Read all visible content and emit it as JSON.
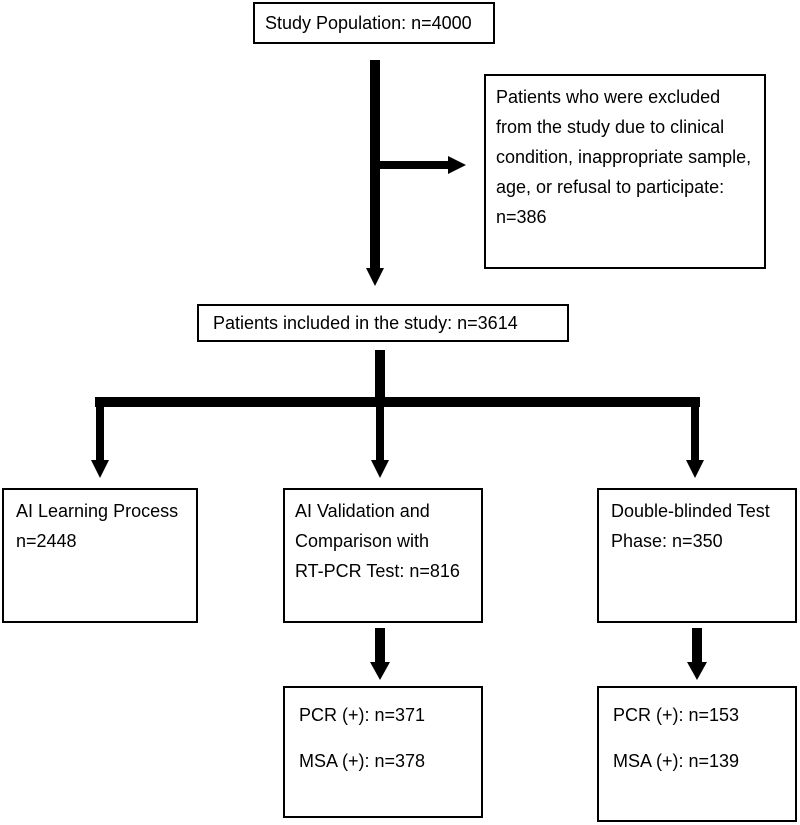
{
  "nodes": {
    "population": {
      "text": "Study Population: n=4000"
    },
    "excluded": {
      "text": "Patients who were excluded from the study due to clinical condition, inappropriate sample, age, or refusal to participate: n=386"
    },
    "included": {
      "text": "Patients included in the study: n=3614"
    },
    "learning": {
      "line1": "AI Learning Process",
      "line2": "n=2448"
    },
    "validation": {
      "line1": "AI Validation and",
      "line2": "Comparison with",
      "line3": "RT-PCR Test: n=816"
    },
    "double_blind": {
      "line1": "Double-blinded Test",
      "line2": "Phase: n=350"
    },
    "validation_results": {
      "pcr": "PCR (+): n=371",
      "msa": "MSA (+): n=378"
    },
    "double_blind_results": {
      "pcr": "PCR (+): n=153",
      "msa": "MSA (+): n=139"
    }
  },
  "edges": [
    {
      "from": "population",
      "to": "included"
    },
    {
      "from": "population",
      "to": "excluded"
    },
    {
      "from": "included",
      "to": "learning"
    },
    {
      "from": "included",
      "to": "validation"
    },
    {
      "from": "included",
      "to": "double_blind"
    },
    {
      "from": "validation",
      "to": "validation_results"
    },
    {
      "from": "double_blind",
      "to": "double_blind_results"
    }
  ]
}
